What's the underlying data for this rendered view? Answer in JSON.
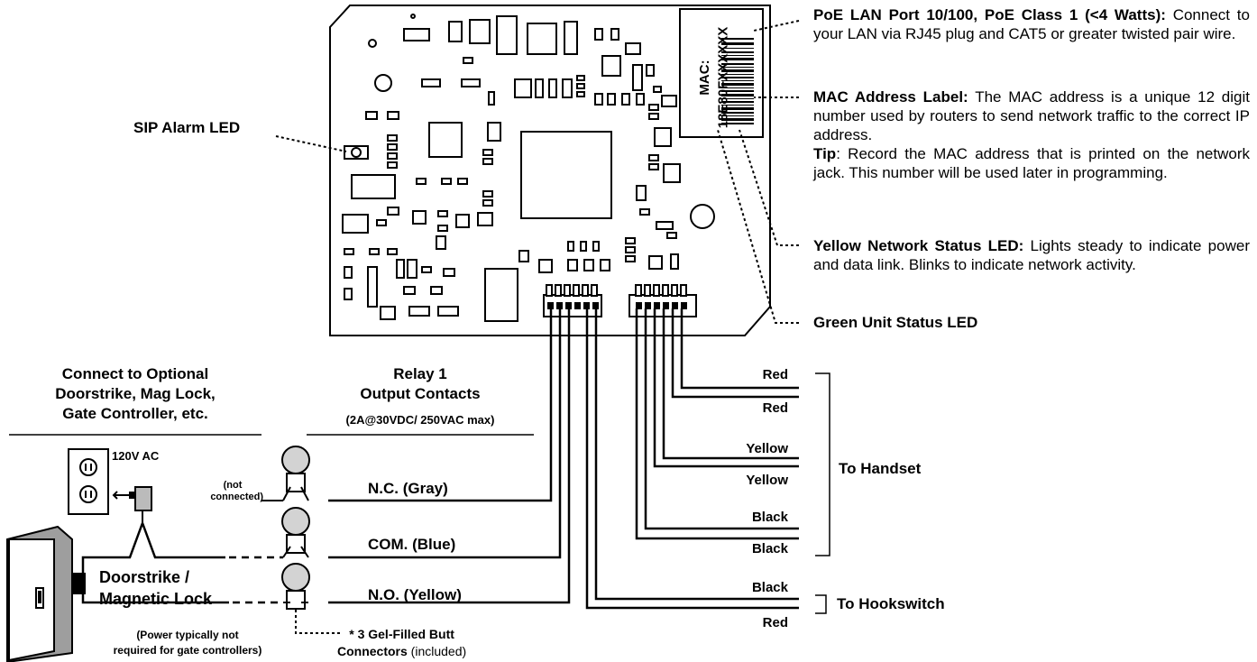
{
  "callouts": {
    "poe": {
      "heading": "PoE LAN Port 10/100, PoE Class 1 (<4 Watts):",
      "text": "Connect to your LAN via RJ45 plug and CAT5 or greater twisted pair wire."
    },
    "mac": {
      "heading": "MAC Address Label:",
      "text": "The MAC address is a unique 12 digit number used by routers to send network traffic to the correct IP address.",
      "tip_label": "Tip",
      "tip_text": ": Record the MAC address that is printed on the network jack. This number will be used later in programming."
    },
    "yellow_led": {
      "heading": "Yellow Network Status LED:",
      "text": "Lights steady to indicate power and data link. Blinks to indicate network activity."
    },
    "green_led": {
      "heading": "Green Unit Status LED"
    },
    "sip_led": {
      "heading": "SIP Alarm LED"
    }
  },
  "mac_label": {
    "line1": "MAC:",
    "line2": "18E80FXXXXXX"
  },
  "relay": {
    "title_line1": "Relay 1",
    "title_line2": "Output Contacts",
    "rating": "(2A@30VDC/ 250VAC max)",
    "nc": "N.C. (Gray)",
    "com": "COM. (Blue)",
    "no": "N.O. (Yellow)",
    "not_connected_line1": "(not",
    "not_connected_line2": "connected)"
  },
  "optional": {
    "line1": "Connect to Optional",
    "line2": "Doorstrike, Mag Lock,",
    "line3": "Gate Controller, etc.",
    "ac": "120V AC",
    "lock_line1": "Doorstrike /",
    "lock_line2": "Magnetic Lock",
    "power_note_line1": "(Power typically not",
    "power_note_line2": "required for gate controllers)"
  },
  "connectors": {
    "line1": "* 3 Gel-Filled Butt",
    "line2_bold": "Connectors",
    "line2_rest": " (included)"
  },
  "handset_wires": [
    "Red",
    "Red",
    "Yellow",
    "Yellow",
    "Black",
    "Black"
  ],
  "handset_label": "To Handset",
  "hook_wires": [
    "Black",
    "Red"
  ],
  "hook_label": "To Hookswitch"
}
